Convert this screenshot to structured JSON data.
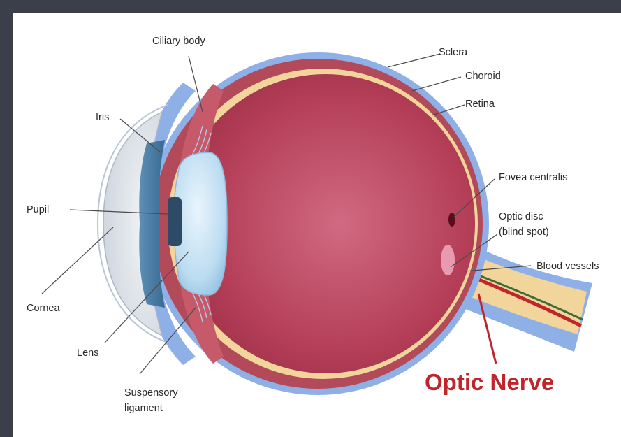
{
  "labels": {
    "ciliary_body": "Ciliary body",
    "sclera": "Sclera",
    "choroid": "Choroid",
    "retina": "Retina",
    "iris": "Iris",
    "fovea_centralis": "Fovea centralis",
    "pupil": "Pupil",
    "optic_disc_line1": "Optic disc",
    "optic_disc_line2": "(blind spot)",
    "blood_vessels": "Blood vessels",
    "cornea": "Cornea",
    "lens": "Lens",
    "suspensory_line1": "Suspensory",
    "suspensory_line2": "ligament",
    "optic_nerve": "Optic Nerve"
  },
  "colors": {
    "frame": "#3b3f4a",
    "sclera": "#8fb0e6",
    "choroid": "#b24a5a",
    "retina": "#f2d59a",
    "vitreous": "#b23d56",
    "lens": "#c9e3f5",
    "iris": "#4a7fa8",
    "optic_nerve_label": "#c0252b"
  }
}
